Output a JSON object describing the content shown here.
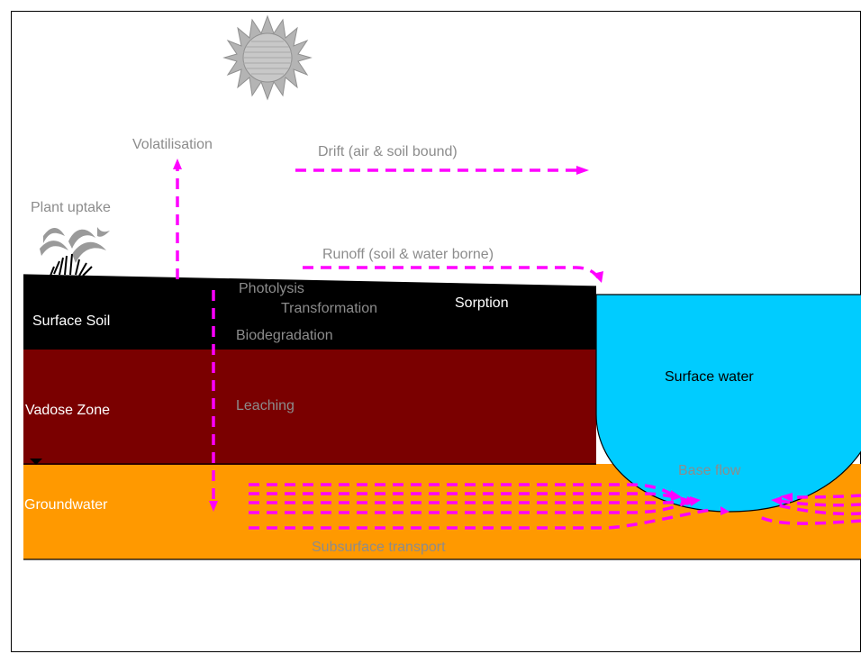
{
  "labels": {
    "volatilisation": "Volatilisation",
    "drift": "Drift (air & soil bound)",
    "plant_uptake": "Plant uptake",
    "runoff": "Runoff (soil & water borne)",
    "photolysis": "Photolysis",
    "transformation": "Transformation",
    "sorption": "Sorption",
    "surface_soil": "Surface Soil",
    "biodegradation": "Biodegradation",
    "surface_water": "Surface water",
    "vadose_zone": "Vadose Zone",
    "leaching": "Leaching",
    "base_flow": "Base flow",
    "groundwater": "Groundwater",
    "subsurface_transport": "Subsurface transport"
  },
  "colors": {
    "surface_soil": "#000000",
    "vadose_zone": "#7a0000",
    "groundwater": "#ff9900",
    "surface_water": "#00ccff",
    "arrows": "#ff00ff",
    "muted_text": "#8c8c8c",
    "sun": "#b4b4b4"
  },
  "icons": [
    "sun-icon",
    "plant-icon",
    "water-table-marker-icon"
  ]
}
